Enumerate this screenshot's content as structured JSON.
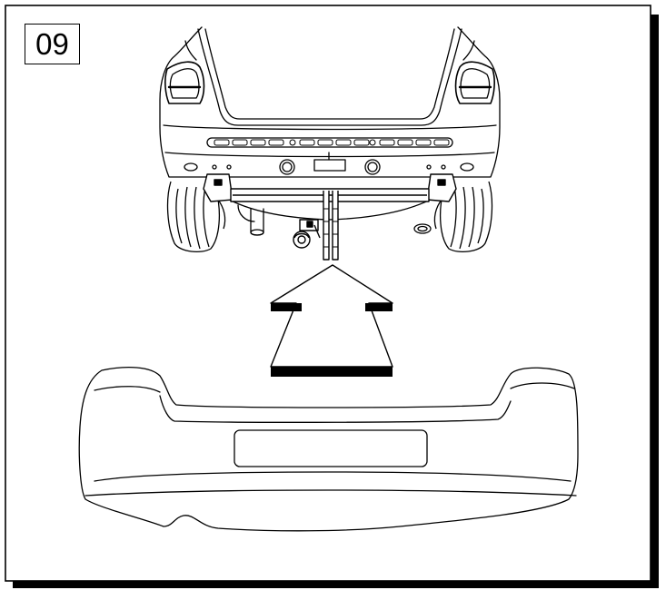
{
  "step": {
    "number": "09"
  },
  "figure": {
    "objects": [
      "car-rear",
      "tow-bar",
      "arrow",
      "rear-bumper"
    ]
  },
  "colors": {
    "line": "#000000",
    "background": "#ffffff"
  }
}
